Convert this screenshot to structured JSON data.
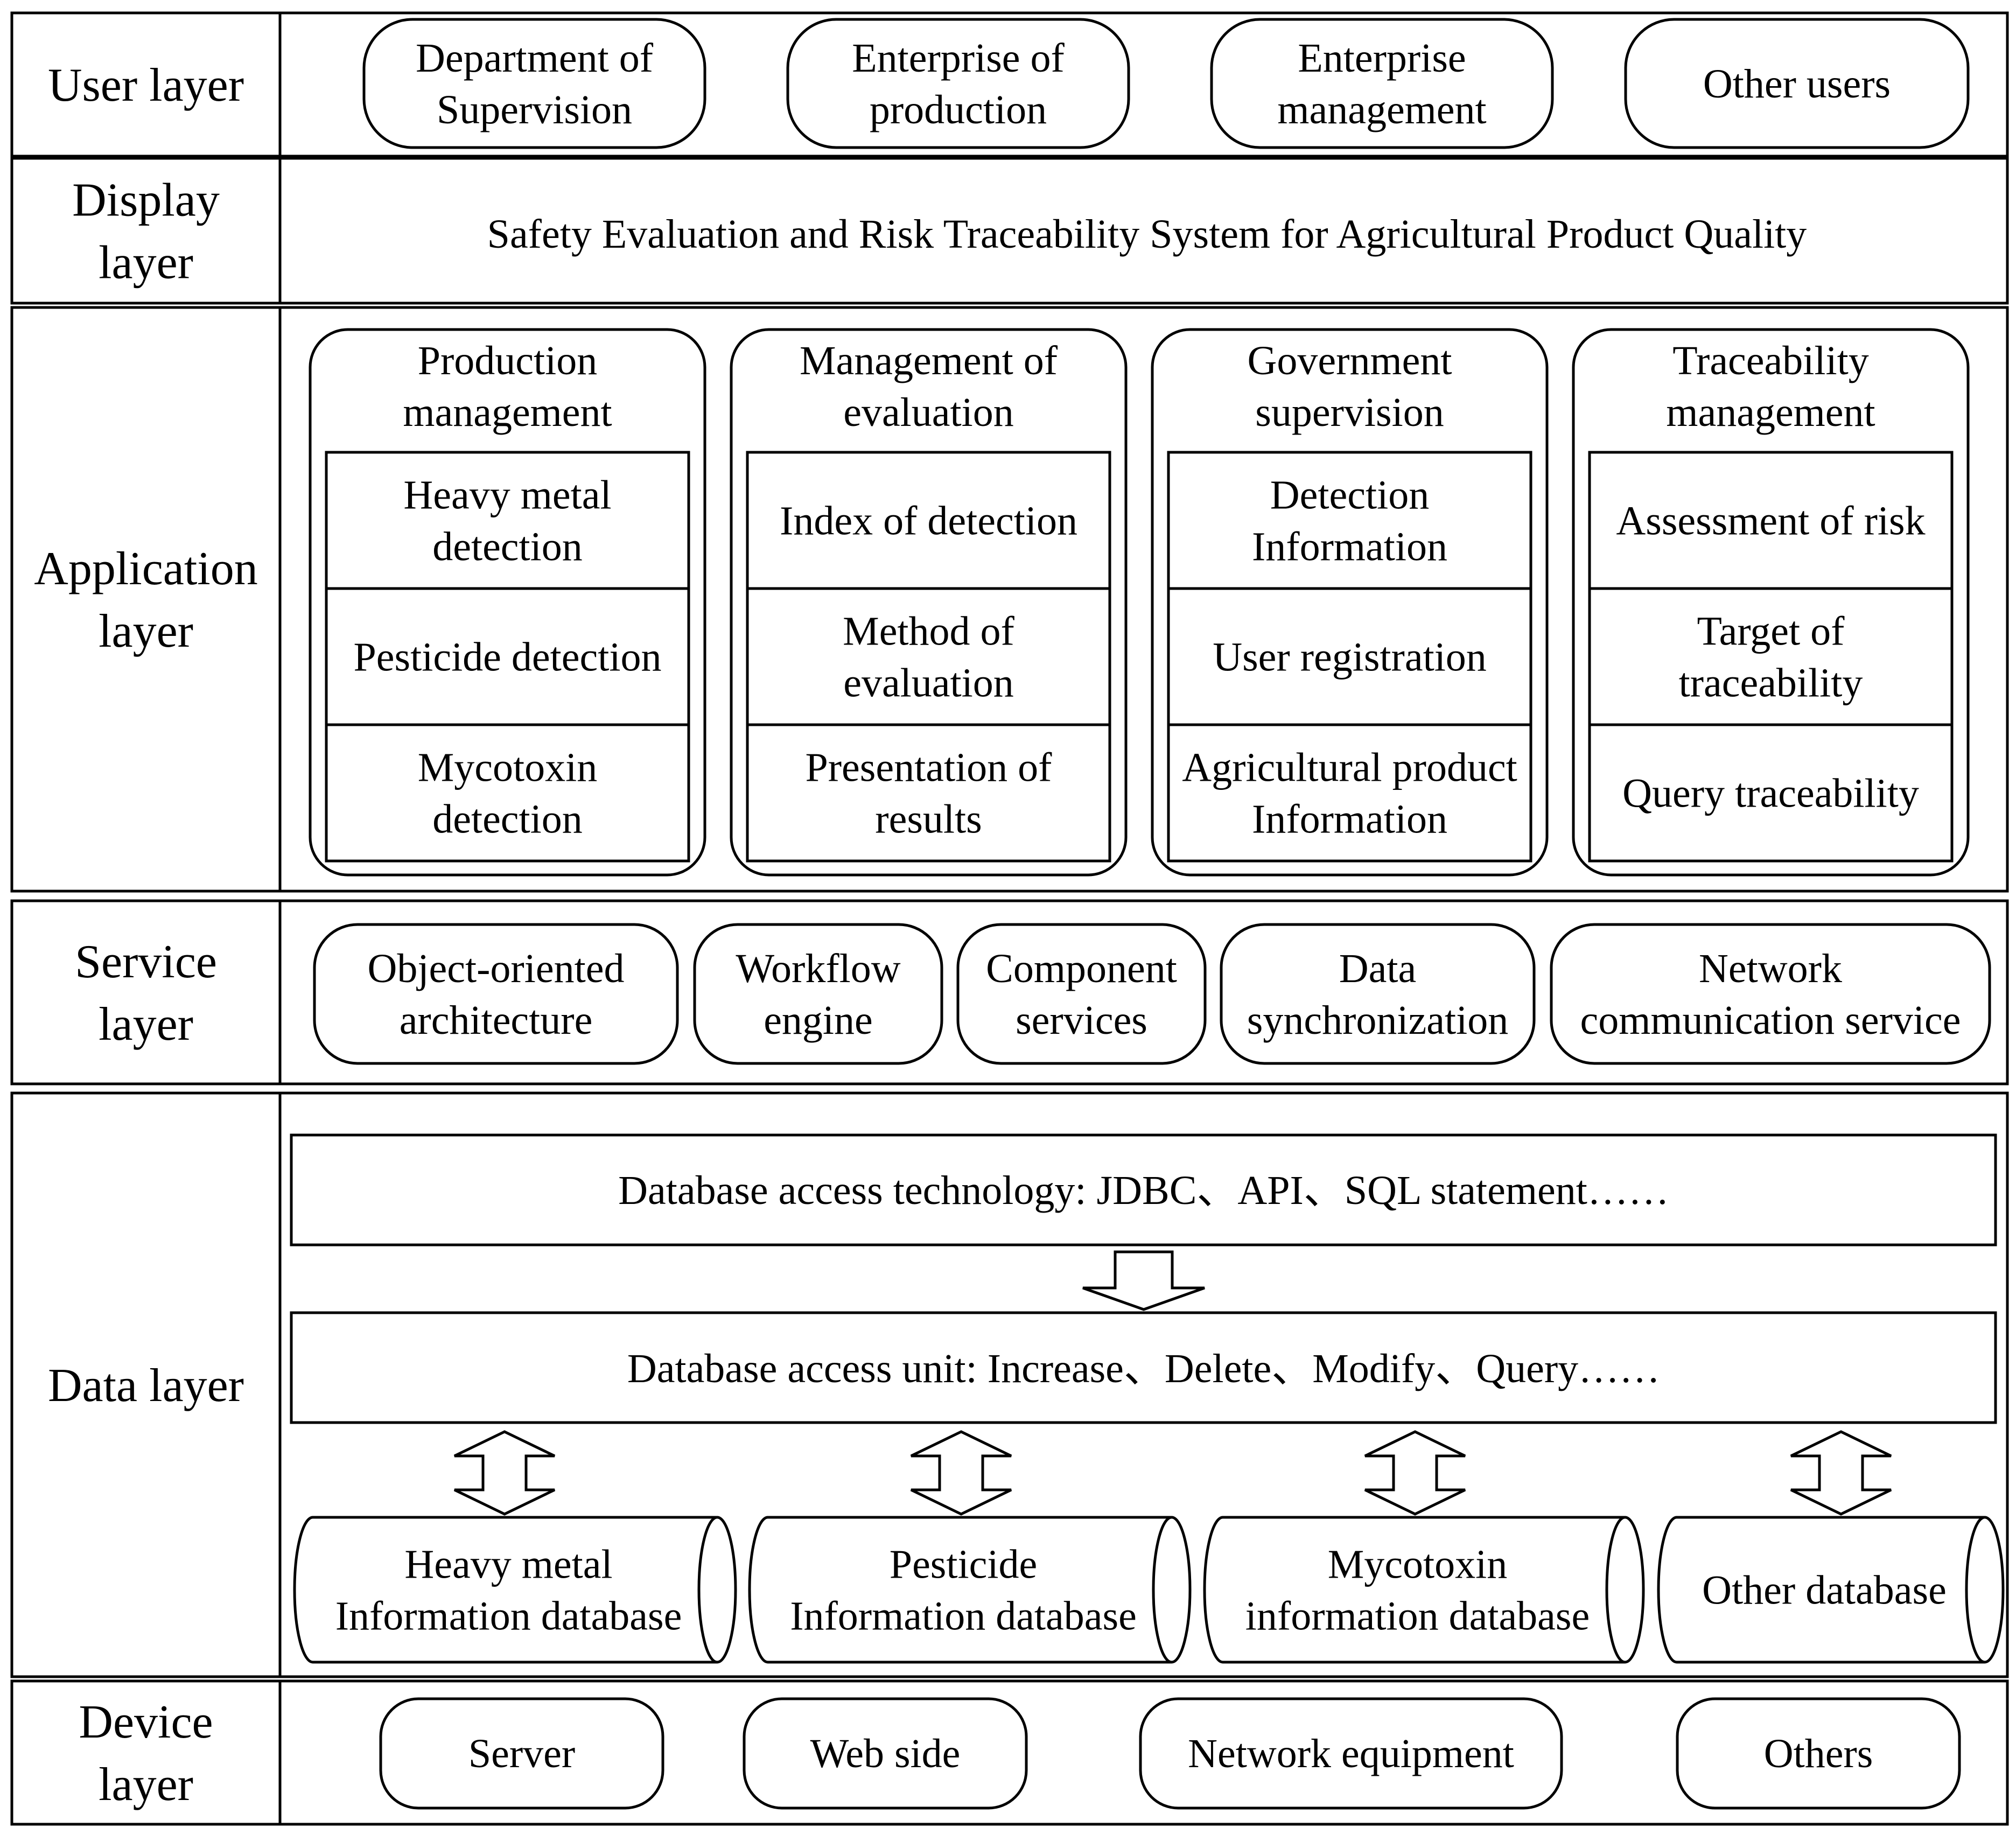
{
  "layers": {
    "user": {
      "label": [
        "User layer"
      ],
      "boxes": [
        [
          "Department of",
          "Supervision"
        ],
        [
          "Enterprise of",
          "production"
        ],
        [
          "Enterprise",
          "management"
        ],
        [
          "Other users"
        ]
      ]
    },
    "display": {
      "label": [
        "Display",
        "layer"
      ],
      "system_title": "Safety Evaluation and Risk Traceability System for Agricultural Product Quality"
    },
    "application": {
      "label": [
        "Application",
        "layer"
      ],
      "groups": [
        {
          "title": [
            "Production",
            "management"
          ],
          "items": [
            [
              "Heavy metal",
              "detection"
            ],
            [
              "Pesticide detection"
            ],
            [
              "Mycotoxin",
              "detection"
            ]
          ]
        },
        {
          "title": [
            "Management of",
            "evaluation"
          ],
          "items": [
            [
              "Index of detection"
            ],
            [
              "Method of",
              "evaluation"
            ],
            [
              "Presentation of",
              "results"
            ]
          ]
        },
        {
          "title": [
            "Government",
            "supervision"
          ],
          "items": [
            [
              "Detection",
              "Information"
            ],
            [
              "User registration"
            ],
            [
              "Agricultural product",
              "Information"
            ]
          ]
        },
        {
          "title": [
            "Traceability",
            "management"
          ],
          "items": [
            [
              "Assessment of risk"
            ],
            [
              "Target of",
              "traceability"
            ],
            [
              "Query traceability"
            ]
          ]
        }
      ]
    },
    "service": {
      "label": [
        "Service",
        "layer"
      ],
      "boxes": [
        [
          "Object-oriented",
          "architecture"
        ],
        [
          "Workflow",
          "engine"
        ],
        [
          "Component",
          "services"
        ],
        [
          "Data",
          "synchronization"
        ],
        [
          "Network",
          "communication service"
        ]
      ]
    },
    "data": {
      "label": [
        "Data layer"
      ],
      "access_technology": "Database access technology: JDBC、API、SQL statement……",
      "access_unit": "Database access unit: Increase、Delete、Modify、Query……",
      "databases": [
        [
          "Heavy metal",
          "Information database"
        ],
        [
          "Pesticide",
          "Information database"
        ],
        [
          "Mycotoxin",
          "information database"
        ],
        [
          "Other database"
        ]
      ]
    },
    "device": {
      "label": [
        "Device",
        "layer"
      ],
      "boxes": [
        [
          "Server"
        ],
        [
          "Web side"
        ],
        [
          "Network equipment"
        ],
        [
          "Others"
        ]
      ]
    }
  }
}
